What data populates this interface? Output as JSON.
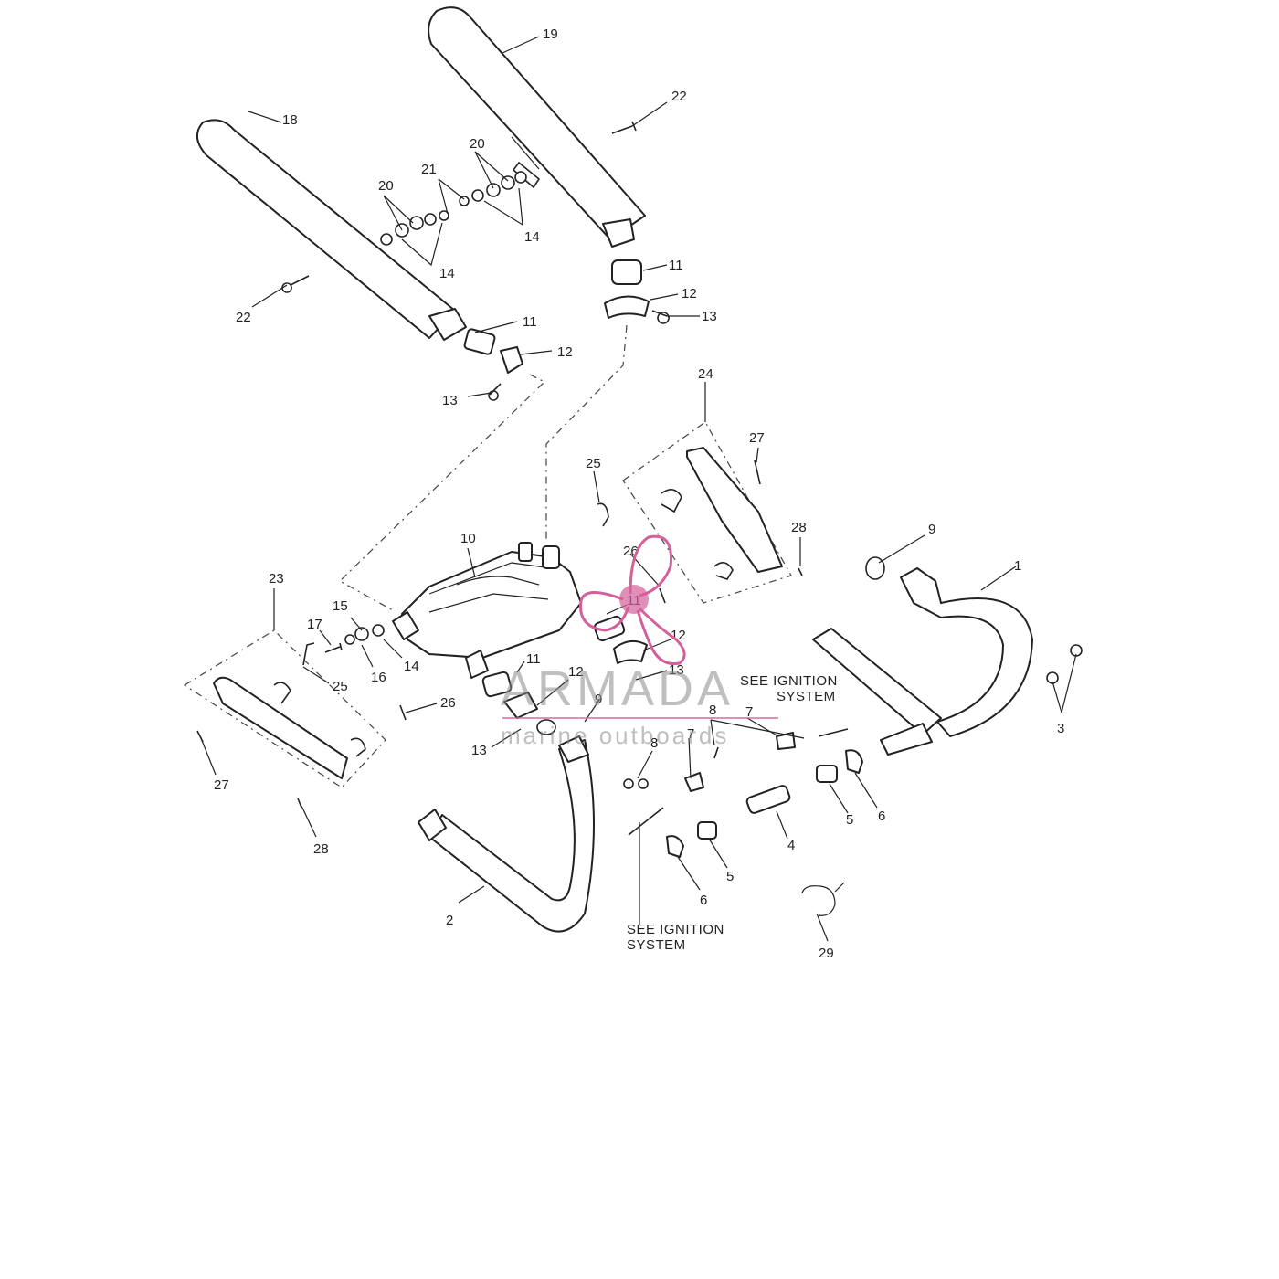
{
  "diagram": {
    "callouts": [
      {
        "id": "c1",
        "text": "1"
      },
      {
        "id": "c2",
        "text": "2"
      },
      {
        "id": "c3",
        "text": "3"
      },
      {
        "id": "c4",
        "text": "4"
      },
      {
        "id": "c5a",
        "text": "5"
      },
      {
        "id": "c5b",
        "text": "5"
      },
      {
        "id": "c6a",
        "text": "6"
      },
      {
        "id": "c6b",
        "text": "6"
      },
      {
        "id": "c7a",
        "text": "7"
      },
      {
        "id": "c7b",
        "text": "7"
      },
      {
        "id": "c8a",
        "text": "8"
      },
      {
        "id": "c8b",
        "text": "8"
      },
      {
        "id": "c9a",
        "text": "9"
      },
      {
        "id": "c9b",
        "text": "9"
      },
      {
        "id": "c10",
        "text": "10"
      },
      {
        "id": "c11a",
        "text": "11"
      },
      {
        "id": "c11b",
        "text": "11"
      },
      {
        "id": "c11c",
        "text": "11"
      },
      {
        "id": "c11d",
        "text": "11"
      },
      {
        "id": "c12a",
        "text": "12"
      },
      {
        "id": "c12b",
        "text": "12"
      },
      {
        "id": "c12c",
        "text": "12"
      },
      {
        "id": "c12d",
        "text": "12"
      },
      {
        "id": "c13a",
        "text": "13"
      },
      {
        "id": "c13b",
        "text": "13"
      },
      {
        "id": "c13c",
        "text": "13"
      },
      {
        "id": "c13d",
        "text": "13"
      },
      {
        "id": "c14a",
        "text": "14"
      },
      {
        "id": "c14b",
        "text": "14"
      },
      {
        "id": "c14c",
        "text": "14"
      },
      {
        "id": "c15",
        "text": "15"
      },
      {
        "id": "c16",
        "text": "16"
      },
      {
        "id": "c17",
        "text": "17"
      },
      {
        "id": "c18",
        "text": "18"
      },
      {
        "id": "c19",
        "text": "19"
      },
      {
        "id": "c20a",
        "text": "20"
      },
      {
        "id": "c20b",
        "text": "20"
      },
      {
        "id": "c21",
        "text": "21"
      },
      {
        "id": "c22a",
        "text": "22"
      },
      {
        "id": "c22b",
        "text": "22"
      },
      {
        "id": "c23",
        "text": "23"
      },
      {
        "id": "c24",
        "text": "24"
      },
      {
        "id": "c25a",
        "text": "25"
      },
      {
        "id": "c25b",
        "text": "25"
      },
      {
        "id": "c26a",
        "text": "26"
      },
      {
        "id": "c26b",
        "text": "26"
      },
      {
        "id": "c27a",
        "text": "27"
      },
      {
        "id": "c27b",
        "text": "27"
      },
      {
        "id": "c28a",
        "text": "28"
      },
      {
        "id": "c28b",
        "text": "28"
      },
      {
        "id": "c29",
        "text": "29"
      }
    ],
    "notes": {
      "ignition_top_line1": "SEE IGNITION",
      "ignition_top_line2": "SYSTEM",
      "ignition_bottom_line1": "SEE IGNITION",
      "ignition_bottom_line2": "SYSTEM"
    }
  },
  "watermark": {
    "brand": "ARMADA",
    "tagline": "marine outboards",
    "color": "#d4609a"
  }
}
